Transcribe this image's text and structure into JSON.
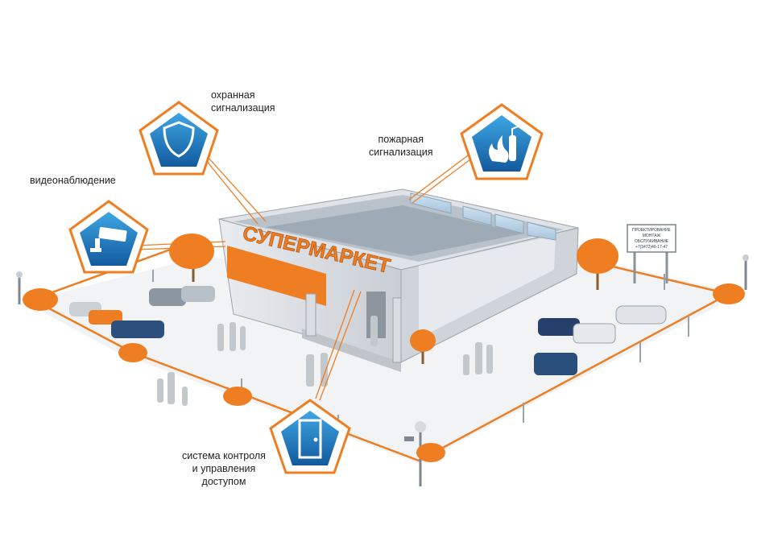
{
  "colors": {
    "orange": "#ef7d22",
    "shield_blue": "#1d7fc4",
    "badge_border": "#ef7d22",
    "building_grey": "#d9dde1",
    "ground": "#f3f4f6"
  },
  "labels": {
    "security_alarm": "охранная\nсигнализация",
    "fire_alarm": "пожарная\nсигнализация",
    "video_surveillance": "видеонаблюдение",
    "access_control": "система контроля\nи управления\nдоступом"
  },
  "building": {
    "sign": "СУПЕРМАРКЕТ"
  },
  "billboard": {
    "lines": [
      "ПРОЕКТИРОВАНИЕ",
      "МОНТАЖ",
      "ОБСЛУЖИВАНИЕ",
      "+7(3472)46-17-47"
    ]
  },
  "icons": {
    "security": "shield-icon",
    "fire": "fire-extinguisher-icon",
    "video": "cctv-camera-icon",
    "access": "door-icon"
  }
}
